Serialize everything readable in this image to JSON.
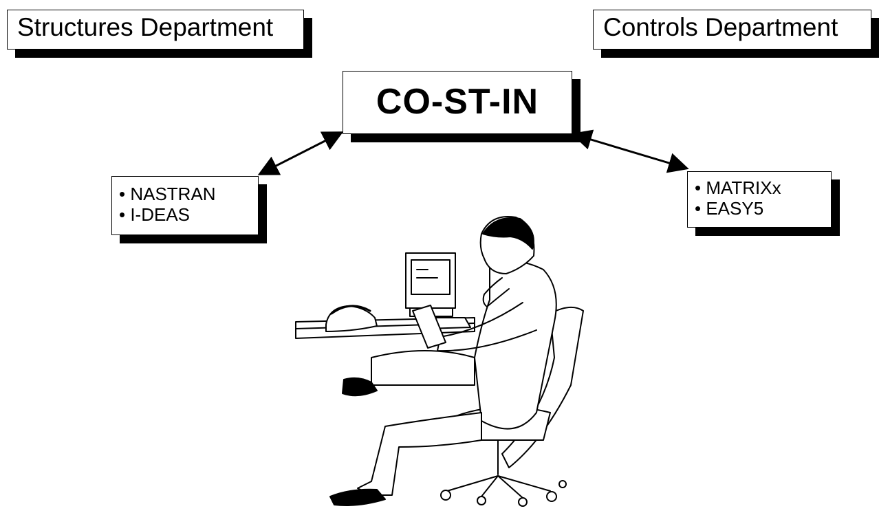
{
  "departments": {
    "left": "Structures Department",
    "right": "Controls Department"
  },
  "center": {
    "label": "CO-ST-IN"
  },
  "tools": {
    "left": [
      "NASTRAN",
      "I-DEAS"
    ],
    "right": [
      "MATRIXx",
      "EASY5"
    ]
  },
  "illustration": {
    "icon": "person-at-desk-with-computer-icon"
  }
}
